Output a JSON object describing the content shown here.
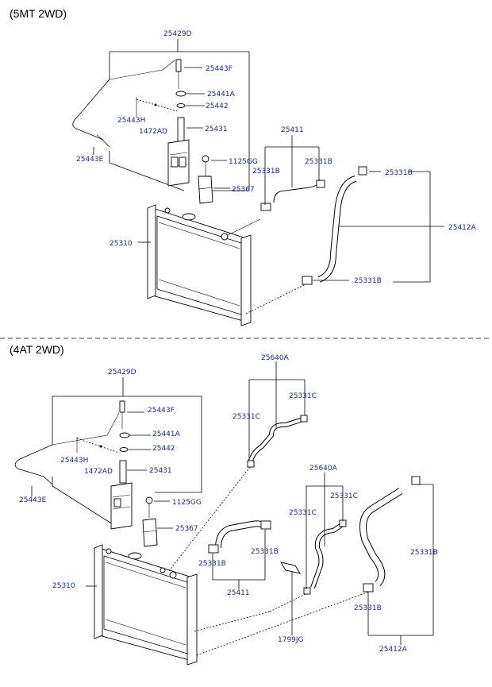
{
  "sections": [
    {
      "title": "(5MT 2WD)",
      "labels": {
        "p25429D": "25429D",
        "p25443F": "25443F",
        "p25441A": "25441A",
        "p25442": "25442",
        "p25443H": "25443H",
        "p1472AD": "1472AD",
        "p25431": "25431",
        "p25443E": "25443E",
        "p25411": "25411",
        "p1125GG": "1125GG",
        "p25331B_a": "25331B",
        "p25331B_b": "25331B",
        "p25331B_c": "25331B",
        "p25331B_d": "25331B",
        "p25367": "25367",
        "p25310": "25310",
        "p25412A": "25412A"
      }
    },
    {
      "title": "(4AT 2WD)",
      "labels": {
        "p25429D": "25429D",
        "p25443F": "25443F",
        "p25441A": "25441A",
        "p25442": "25442",
        "p25443H": "25443H",
        "p1472AD": "1472AD",
        "p25431": "25431",
        "p25443E": "25443E",
        "p25640A_a": "25640A",
        "p25331C_a": "25331C",
        "p25331C_b": "25331C",
        "p25640A_b": "25640A",
        "p25331C_c": "25331C",
        "p25331C_d": "25331C",
        "p1125GG": "1125GG",
        "p25367": "25367",
        "p25331B_a": "25331B",
        "p25331B_b": "25331B",
        "p25331B_c": "25331B",
        "p25331B_d": "25331B",
        "p25411": "25411",
        "p25310": "25310",
        "p1799JG": "1799JG",
        "p25412A": "25412A"
      }
    }
  ]
}
